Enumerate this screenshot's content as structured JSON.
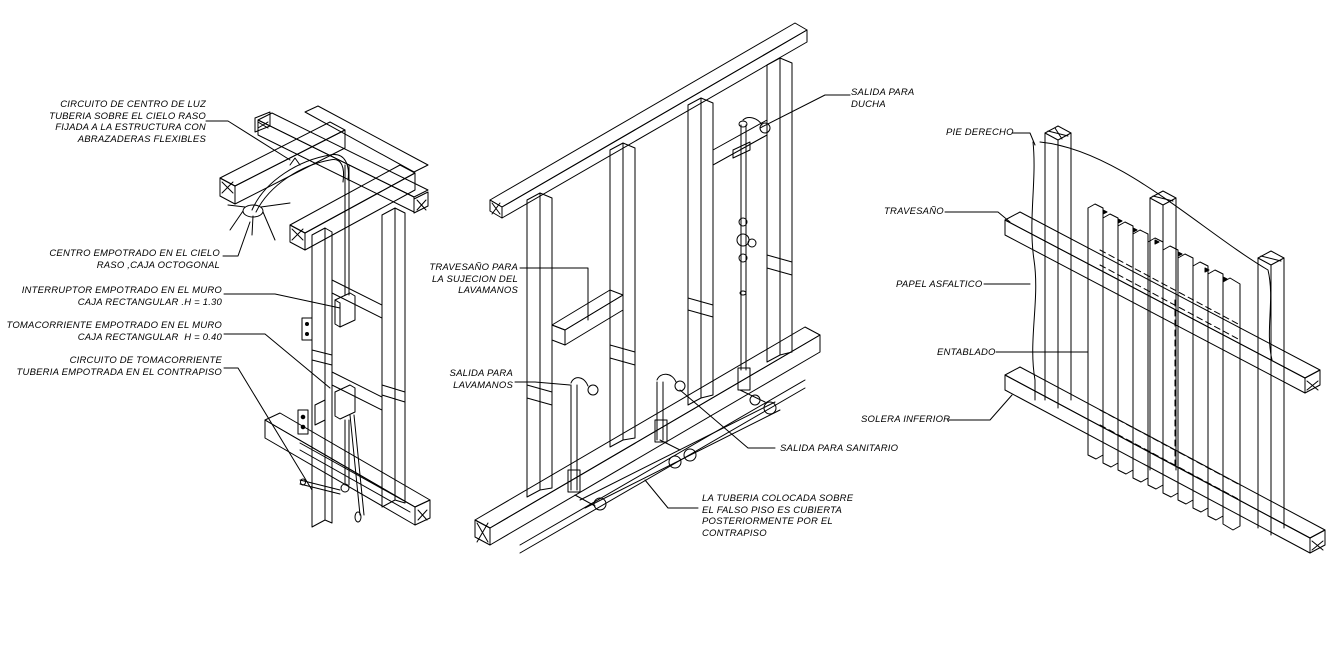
{
  "left_panel": {
    "label_ceiling_circuit": "CIRCUITO DE CENTRO DE LUZ\nTUBERIA SOBRE EL CIELO RASO\nFIJADA A LA ESTRUCTURA CON\nABRAZADERAS FLEXIBLES",
    "label_ceiling_box": "CENTRO EMPOTRADO EN EL CIELO\nRASO ,CAJA OCTOGONAL",
    "label_switch": "INTERRUPTOR EMPOTRADO EN EL MURO\nCAJA RECTANGULAR .H = 1.30",
    "label_outlet": "TOMACORRIENTE EMPOTRADO EN EL MURO\nCAJA RECTANGULAR  H = 0.40",
    "label_outlet_circuit": "CIRCUITO DE TOMACORRIENTE\nTUBERIA EMPOTRADA EN EL CONTRAPISO"
  },
  "middle_panel": {
    "label_shower": "SALIDA PARA\nDUCHA",
    "label_crossbar": "TRAVESAÑO PARA\nLA SUJECION DEL\nLAVAMANOS",
    "label_sink_outlet": "SALIDA PARA\nLAVAMANOS",
    "label_sanitary": "SALIDA PARA SANITARIO",
    "label_pipe_note": "LA TUBERIA COLOCADA SOBRE\nEL FALSO PISO ES CUBIERTA\nPOSTERIORMENTE POR EL\nCONTRAPISO"
  },
  "right_panel": {
    "label_stud": "PIE DERECHO",
    "label_crossbar": "TRAVESAÑO",
    "label_paper": "PAPEL ASFALTICO",
    "label_boards": "ENTABLADO",
    "label_sill": "SOLERA INFERIOR"
  },
  "colors": {
    "line": "#000000",
    "background": "#ffffff"
  }
}
